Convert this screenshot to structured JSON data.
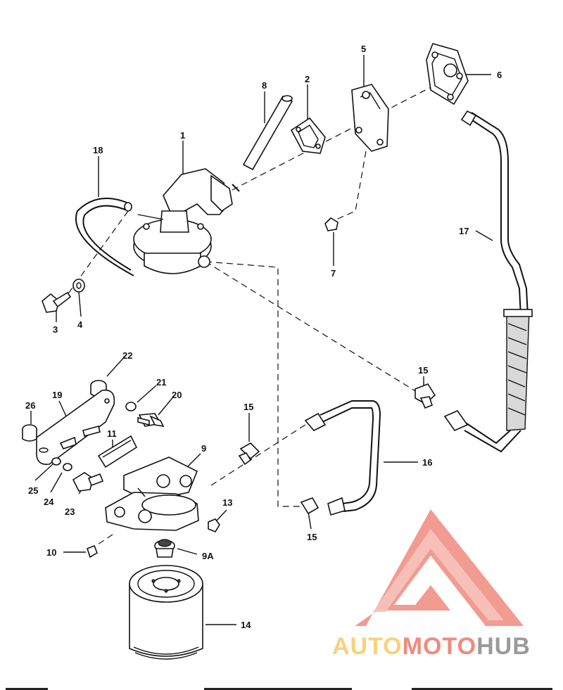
{
  "callouts": [
    {
      "id": "c1",
      "text": "1"
    },
    {
      "id": "c2",
      "text": "2"
    },
    {
      "id": "c3",
      "text": "3"
    },
    {
      "id": "c4",
      "text": "4"
    },
    {
      "id": "c5",
      "text": "5"
    },
    {
      "id": "c6",
      "text": "6"
    },
    {
      "id": "c7",
      "text": "7"
    },
    {
      "id": "c8",
      "text": "8"
    },
    {
      "id": "c9",
      "text": "9"
    },
    {
      "id": "c9a",
      "text": "9A"
    },
    {
      "id": "c10",
      "text": "10"
    },
    {
      "id": "c11",
      "text": "11"
    },
    {
      "id": "c13",
      "text": "13"
    },
    {
      "id": "c14",
      "text": "14"
    },
    {
      "id": "c15a",
      "text": "15"
    },
    {
      "id": "c15b",
      "text": "15"
    },
    {
      "id": "c15c",
      "text": "15"
    },
    {
      "id": "c16",
      "text": "16"
    },
    {
      "id": "c17",
      "text": "17"
    },
    {
      "id": "c18",
      "text": "18"
    },
    {
      "id": "c19",
      "text": "19"
    },
    {
      "id": "c20",
      "text": "20"
    },
    {
      "id": "c21",
      "text": "21"
    },
    {
      "id": "c22",
      "text": "22"
    },
    {
      "id": "c23",
      "text": "23"
    },
    {
      "id": "c24",
      "text": "24"
    },
    {
      "id": "c25",
      "text": "25"
    },
    {
      "id": "c26",
      "text": "26"
    }
  ],
  "watermark": {
    "wordmark": "AUTOMOTOHUB",
    "colors": {
      "accent": "#f08a7e",
      "light": "#f6c3bd",
      "yellow": "#f7d27a",
      "gray": "#9a9a9a"
    }
  }
}
